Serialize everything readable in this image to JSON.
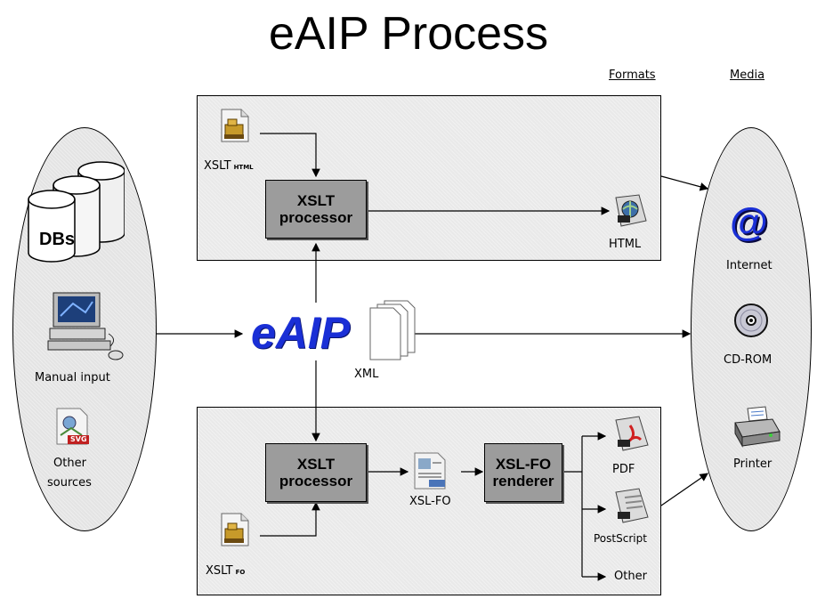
{
  "title": "eAIP Process",
  "columns": {
    "formats": "Formats",
    "media": "Media"
  },
  "sources": {
    "dbs": "DBs",
    "manual_input": "Manual input",
    "other_sources_line1": "Other",
    "other_sources_line2": "sources",
    "svg_badge": "SVG"
  },
  "center": {
    "logo": "eAIP",
    "xml_label": "XML"
  },
  "html_branch": {
    "xslt_label": "XSLT",
    "xslt_sub": "HTML",
    "processor_line1": "XSLT",
    "processor_line2": "processor",
    "output": "HTML"
  },
  "fo_branch": {
    "xslt_label": "XSLT",
    "xslt_sub": "FO",
    "processor_line1": "XSLT",
    "processor_line2": "processor",
    "xslfo_label": "XSL-FO",
    "renderer_line1": "XSL-FO",
    "renderer_line2": "renderer",
    "outputs": {
      "pdf": "PDF",
      "postscript": "PostScript",
      "other": "Other"
    }
  },
  "media": {
    "internet": "Internet",
    "cdrom": "CD-ROM",
    "printer": "Printer"
  },
  "colors": {
    "panel": "#e9e9e9",
    "processor": "#9c9c9c",
    "logo_blue": "#1a2fd6",
    "pdf_red": "#d02020"
  }
}
